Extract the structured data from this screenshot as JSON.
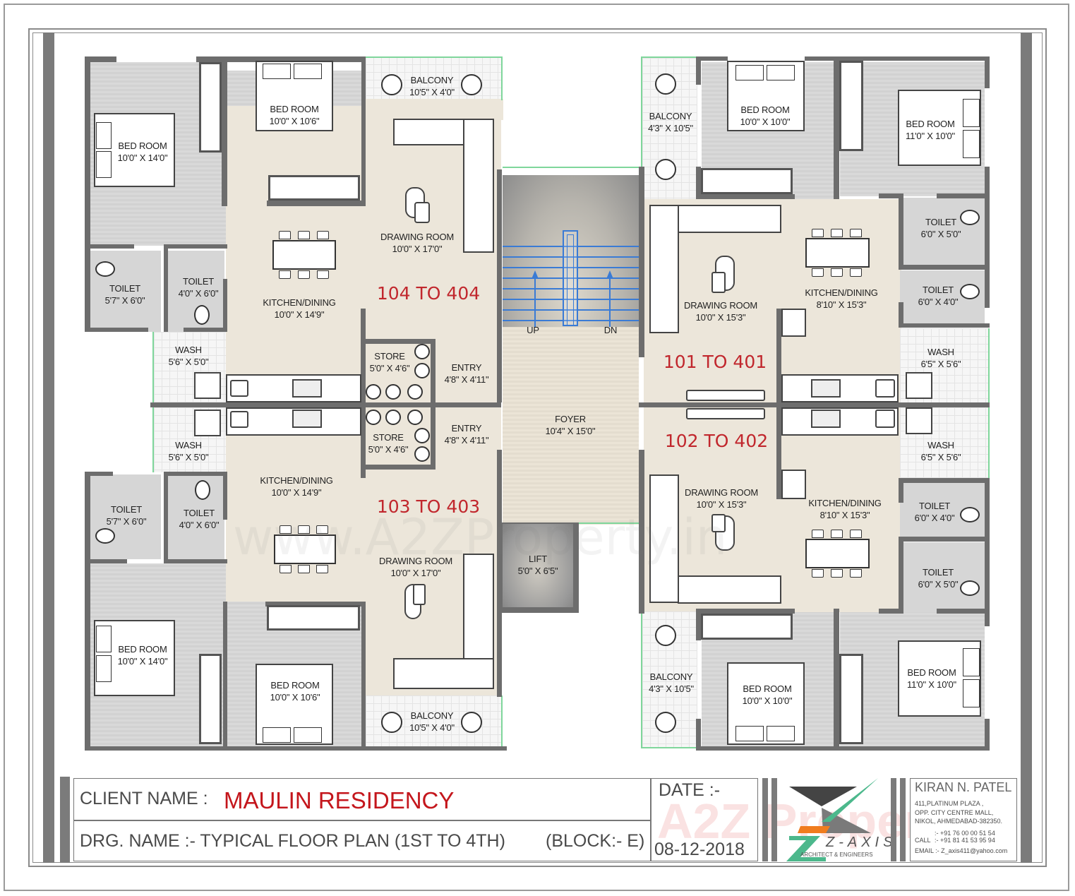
{
  "plan": {
    "watermark": "www.A2ZProperty.in",
    "units": [
      {
        "id": "unit-104",
        "label": "104 TO 404"
      },
      {
        "id": "unit-103",
        "label": "103 TO 403"
      },
      {
        "id": "unit-101",
        "label": "101 TO 401"
      },
      {
        "id": "unit-102",
        "label": "102 TO 402"
      }
    ],
    "rooms": {
      "u104_bed1": {
        "name": "BED ROOM",
        "size": "10'0\" X 14'0\""
      },
      "u104_bed2": {
        "name": "BED ROOM",
        "size": "10'0\" X 10'6\""
      },
      "u104_balcony": {
        "name": "BALCONY",
        "size": "10'5\" X 4'0\""
      },
      "u104_drawing": {
        "name": "DRAWING ROOM",
        "size": "10'0\" X 17'0\""
      },
      "u104_kitchen": {
        "name": "KITCHEN/DINING",
        "size": "10'0\" X 14'9\""
      },
      "u104_toilet1": {
        "name": "TOILET",
        "size": "5'7\" X 6'0\""
      },
      "u104_toilet2": {
        "name": "TOILET",
        "size": "4'0\" X 6'0\""
      },
      "u104_wash": {
        "name": "WASH",
        "size": "5'6\" X 5'0\""
      },
      "u104_store": {
        "name": "STORE",
        "size": "5'0\" X 4'6\""
      },
      "u104_entry": {
        "name": "ENTRY",
        "size": "4'8\" X 4'11\""
      },
      "u103_wash": {
        "name": "WASH",
        "size": "5'6\" X 5'0\""
      },
      "u103_store": {
        "name": "STORE",
        "size": "5'0\" X 4'6\""
      },
      "u103_entry": {
        "name": "ENTRY",
        "size": "4'8\" X 4'11\""
      },
      "u103_kitchen": {
        "name": "KITCHEN/DINING",
        "size": "10'0\" X 14'9\""
      },
      "u103_toilet1": {
        "name": "TOILET",
        "size": "5'7\" X 6'0\""
      },
      "u103_toilet2": {
        "name": "TOILET",
        "size": "4'0\" X 6'0\""
      },
      "u103_drawing": {
        "name": "DRAWING ROOM",
        "size": "10'0\" X 17'0\""
      },
      "u103_bed1": {
        "name": "BED ROOM",
        "size": "10'0\" X 14'0\""
      },
      "u103_bed2": {
        "name": "BED ROOM",
        "size": "10'0\" X 10'6\""
      },
      "u103_balcony": {
        "name": "BALCONY",
        "size": "10'5\" X 4'0\""
      },
      "u101_balcony": {
        "name": "BALCONY",
        "size": "4'3\" X 10'5\""
      },
      "u101_bed1": {
        "name": "BED ROOM",
        "size": "10'0\" X 10'0\""
      },
      "u101_bed2": {
        "name": "BED ROOM",
        "size": "11'0\" X 10'0\""
      },
      "u101_toilet1": {
        "name": "TOILET",
        "size": "6'0\" X 5'0\""
      },
      "u101_toilet2": {
        "name": "TOILET",
        "size": "6'0\" X 4'0\""
      },
      "u101_drawing": {
        "name": "DRAWING ROOM",
        "size": "10'0\" X 15'3\""
      },
      "u101_kitchen": {
        "name": "KITCHEN/DINING",
        "size": "8'10\" X 15'3\""
      },
      "u101_wash": {
        "name": "WASH",
        "size": "6'5\" X 5'6\""
      },
      "u102_wash": {
        "name": "WASH",
        "size": "6'5\" X 5'6\""
      },
      "u102_drawing": {
        "name": "DRAWING ROOM",
        "size": "10'0\" X 15'3\""
      },
      "u102_kitchen": {
        "name": "KITCHEN/DINING",
        "size": "8'10\" X 15'3\""
      },
      "u102_toilet1": {
        "name": "TOILET",
        "size": "6'0\" X 4'0\""
      },
      "u102_toilet2": {
        "name": "TOILET",
        "size": "6'0\" X 5'0\""
      },
      "u102_balcony": {
        "name": "BALCONY",
        "size": "4'3\" X 10'5\""
      },
      "u102_bed1": {
        "name": "BED ROOM",
        "size": "10'0\" X 10'0\""
      },
      "u102_bed2": {
        "name": "BED ROOM",
        "size": "11'0\" X 10'0\""
      },
      "foyer": {
        "name": "FOYER",
        "size": "10'4\" X 15'0\""
      },
      "lift": {
        "name": "LIFT",
        "size": "5'0\" X 6'5\""
      }
    },
    "stair": {
      "up": "UP",
      "down": "DN"
    },
    "colors": {
      "wall": "#6d6d6d",
      "unit_label": "#c1272d",
      "stair_lines": "#3a7bd5",
      "balcony_edge": "#7fd69b",
      "living_floor": "#ece6da"
    }
  },
  "title_block": {
    "client_label": "CLIENT NAME :",
    "client_name": "MAULIN  RESIDENCY",
    "drawing_label": "DRG. NAME  :- TYPICAL FLOOR PLAN (1ST TO 4TH)",
    "block": "(BLOCK:- E)",
    "date_label": "DATE  :-",
    "date_value": "08-12-2018",
    "firm_logo_text": "Z-AXIS",
    "firm_subtitle": "ARCHITECT & ENGINEERS",
    "architect_name": "KIRAN N. PATEL",
    "address_line1": "411,PLATINUM PLAZA ,",
    "address_line2": "OPP. CITY   CENTRE   MALL,",
    "address_line3": "NIKOL, AHMEDABAD-382350.",
    "phone1": ":- +91 76 00 00 51 54",
    "call_label": "CALL",
    "phone2": ":- +91 81 41 53 95 94",
    "email": "EMAIL :- Z_axis411@yahoo.com",
    "watermark": "A2Z Property"
  }
}
